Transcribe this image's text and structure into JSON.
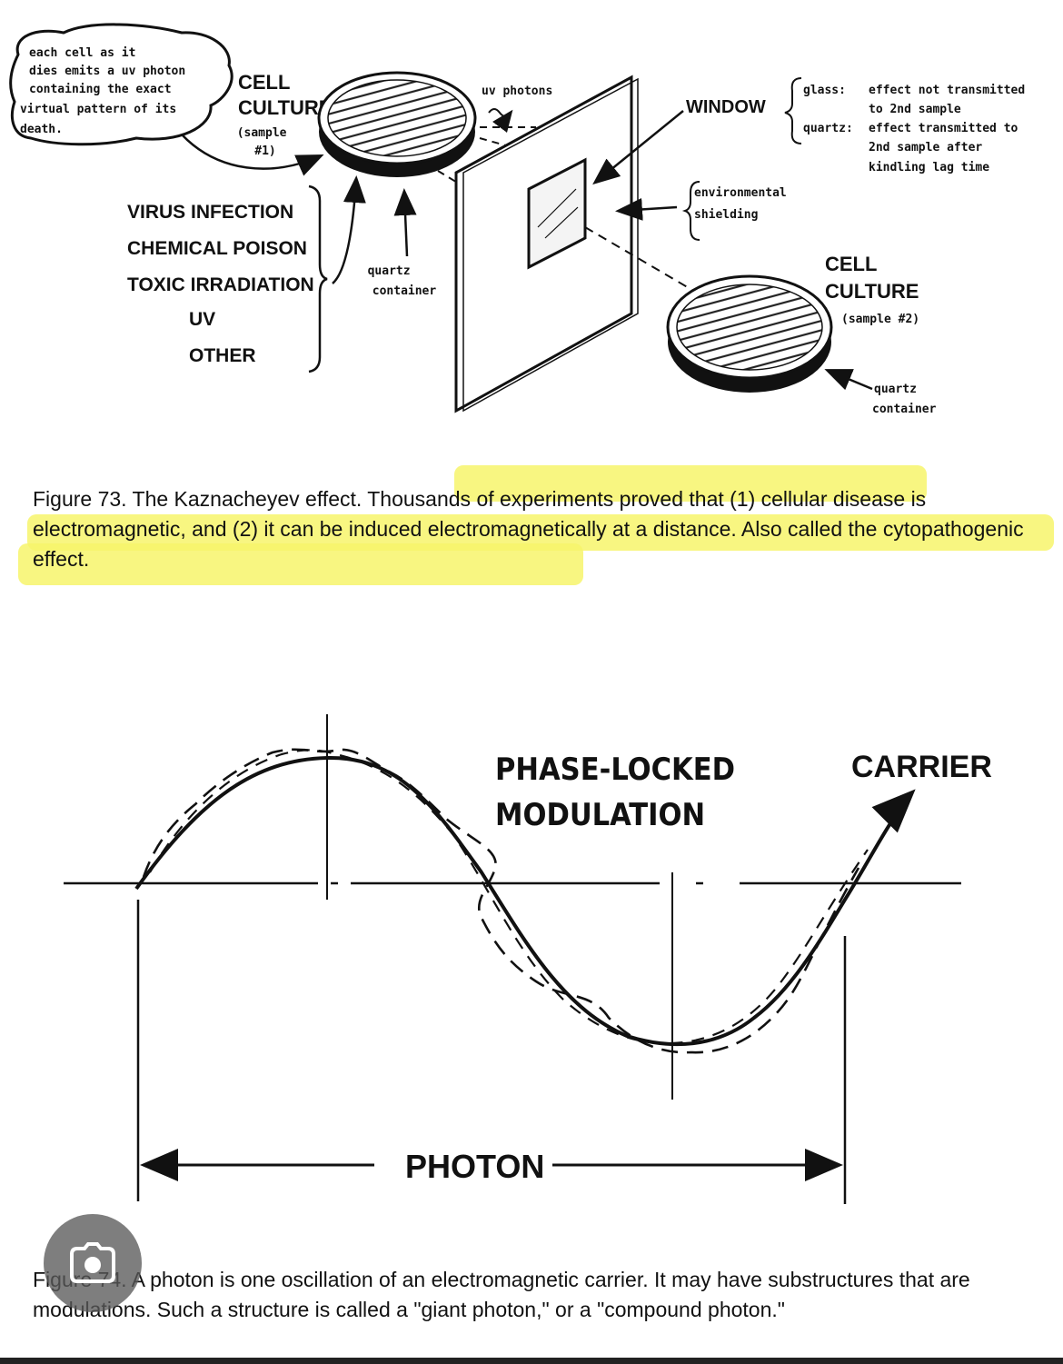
{
  "figure73": {
    "bubble_note": [
      "each cell as it",
      "dies emits a uv photon",
      "containing the exact",
      "virtual pattern of its",
      "death."
    ],
    "culture1_label": [
      "CELL",
      "CULTURE"
    ],
    "culture1_sub": [
      "(sample",
      "#1)"
    ],
    "uv_photons": "uv photons",
    "window_label": "WINDOW",
    "glass_note": [
      "glass:",
      "effect not transmitted",
      "to 2nd sample"
    ],
    "quartz_note": [
      "quartz:",
      "effect transmitted to",
      "2nd sample after",
      "kindling lag time"
    ],
    "shielding_note": [
      "environmental",
      "shielding"
    ],
    "causes": [
      "VIRUS INFECTION",
      "CHEMICAL POISON",
      "TOXIC IRRADIATION",
      "UV",
      "OTHER"
    ],
    "quartz_container_1": [
      "quartz",
      "container"
    ],
    "culture2_label": [
      "CELL",
      "CULTURE"
    ],
    "culture2_sub": "(sample #2)",
    "quartz_container_2": [
      "quartz",
      "container"
    ],
    "caption_a": "Figure 73.  The Kaznacheyev effect.  ",
    "caption_b": "Thousands of experiments proved that (1) cellular disease is electromagnetic, and (2) it can be induced electromagnetically at a distance.  Also called the cytopathogenic effect.",
    "highlight_color": "#f7f56b"
  },
  "figure74": {
    "modulation_label": [
      "PHASE-LOCKED",
      "MODULATION"
    ],
    "carrier_label": "CARRIER",
    "photon_label": "PHOTON",
    "caption": "Figure 74.  A photon is one oscillation of an electromagnetic carrier.  It may have substructures that are modulations.  Such a structure is called a \"giant photon,\" or a \"compound photon.\""
  },
  "overlay": {
    "icon": "camera-lens-icon"
  }
}
